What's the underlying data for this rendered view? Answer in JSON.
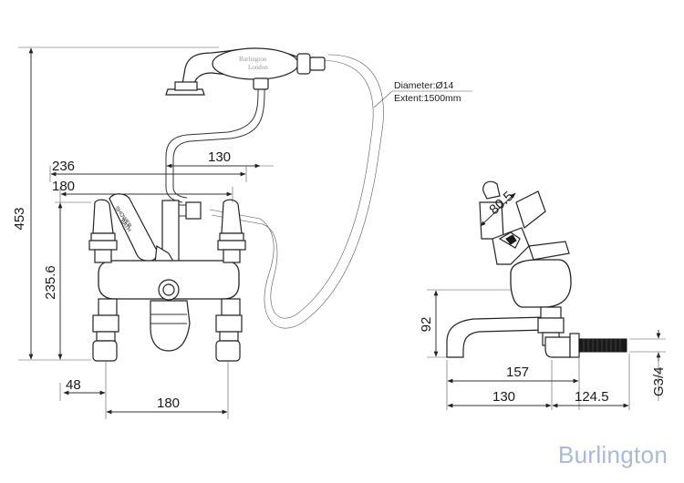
{
  "brand": "Burlington",
  "handset": {
    "logo": "Burlington",
    "sub": "London"
  },
  "lever_label_1": "SHOWER",
  "lever_label_2": "BATH",
  "hose_note": {
    "line1": "Diameter:Ø14",
    "line2": "Extent:1500mm"
  },
  "dimensions": {
    "height_453": "453",
    "width_236": "236",
    "width_180_top": "180",
    "width_130_top": "130",
    "height_235": "235.6",
    "width_48": "48",
    "width_180_bottom": "180",
    "angle_80": "80.5",
    "height_92": "92",
    "depth_157": "157",
    "depth_130": "130",
    "depth_124": "124.5",
    "thread_g34": "G3/4"
  }
}
